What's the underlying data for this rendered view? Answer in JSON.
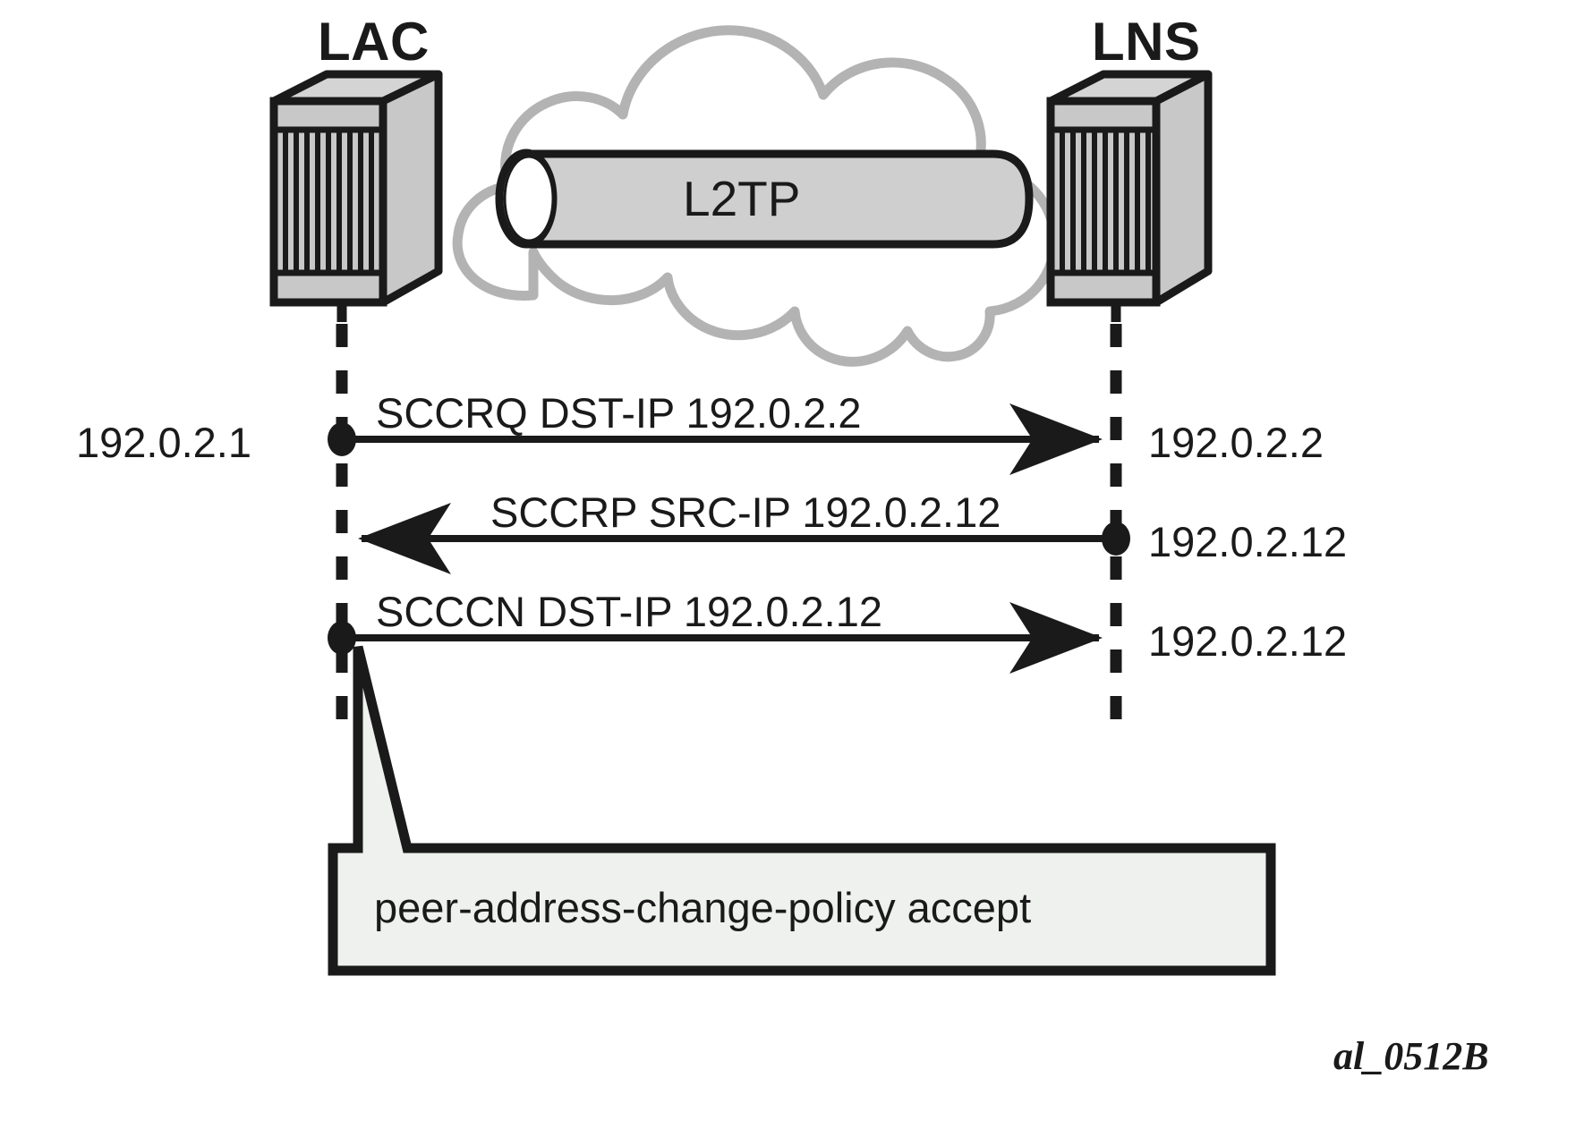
{
  "diagram": {
    "title_left": "LAC",
    "title_right": "LNS",
    "cloud_label": "L2TP",
    "watermark": "al_0512B",
    "colors": {
      "ink": "#1a1a1a",
      "device_face": "#c8c8c8",
      "device_top": "#d4d4d4",
      "cloud_outline": "#b3b3b3",
      "tube_fill": "#cfcfcf",
      "callout_fill": "#eff1ef",
      "background": "#ffffff"
    },
    "nodes": [
      {
        "name": "LAC",
        "side": "left",
        "icon": "router-icon"
      },
      {
        "name": "LNS",
        "side": "right",
        "icon": "router-icon"
      }
    ],
    "endpoint_labels": {
      "lac_address": "192.0.2.1",
      "lns_sccrq_address": "192.0.2.2",
      "lns_sccrp_address": "192.0.2.12",
      "lns_scccn_address": "192.0.2.12"
    },
    "messages": [
      {
        "label": "SCCRQ  DST-IP  192.0.2.2",
        "protocol": "SCCRQ",
        "field": "DST-IP",
        "value": "192.0.2.2",
        "direction": "left-to-right",
        "origin_endpoint": "192.0.2.1",
        "target_endpoint": "192.0.2.2"
      },
      {
        "label": "SCCRP  SRC-IP  192.0.2.12",
        "protocol": "SCCRP",
        "field": "SRC-IP",
        "value": "192.0.2.12",
        "direction": "right-to-left",
        "origin_endpoint": "192.0.2.12",
        "target_endpoint": "192.0.2.1"
      },
      {
        "label": "SCCCN  DST-IP  192.0.2.12",
        "protocol": "SCCCN",
        "field": "DST-IP",
        "value": "192.0.2.12",
        "direction": "left-to-right",
        "origin_endpoint": "192.0.2.1",
        "target_endpoint": "192.0.2.12"
      }
    ],
    "callout": {
      "text": "peer-address-change-policy accept",
      "anchor": "SCCCN"
    }
  }
}
